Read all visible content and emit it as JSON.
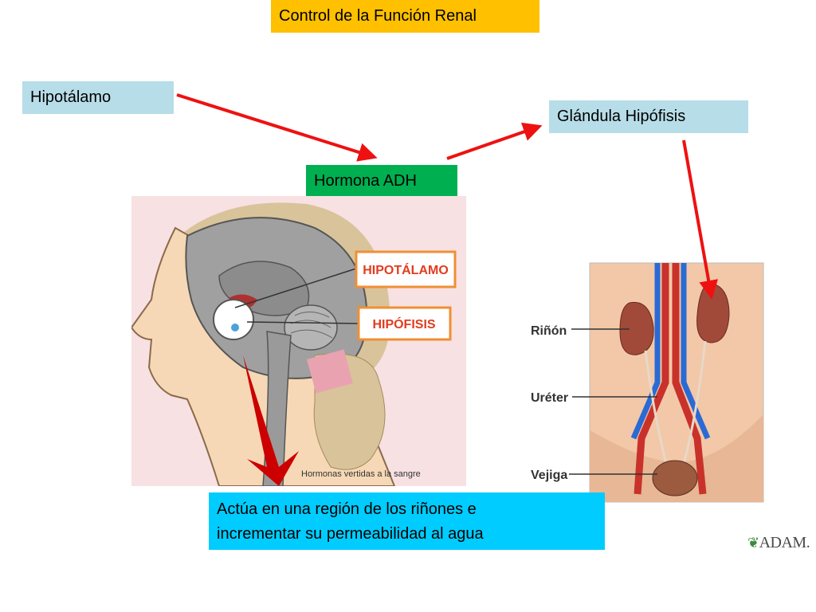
{
  "title": "Control de la Función Renal",
  "nodes": {
    "hipotalamo": "Hipotálamo",
    "hipofisis": "Glándula Hipófisis",
    "adh": "Hormona ADH"
  },
  "action_text": [
    "Actúa en una región de los riñones e",
    "incrementar su permeabilidad al agua"
  ],
  "head_illustration": {
    "label_hipotalamo": "HIPOTÁLAMO",
    "label_hipofisis": "HIPÓFISIS",
    "caption": "Hormonas vertidas a la sangre"
  },
  "kidney_illustration": {
    "label_rinon": "Riñón",
    "label_ureter": "Uréter",
    "label_vejiga": "Vejiga"
  },
  "logo": "ADAM.",
  "colors": {
    "title_bg": "#FFC000",
    "light_blue_box": "#B7DDE8",
    "green_box": "#00B050",
    "cyan_box": "#00CCFF",
    "arrow": "#EE1111",
    "label_red": "#E23C1F",
    "label_border": "#F08F34"
  },
  "icons": [
    "adam-leaf-icon"
  ]
}
